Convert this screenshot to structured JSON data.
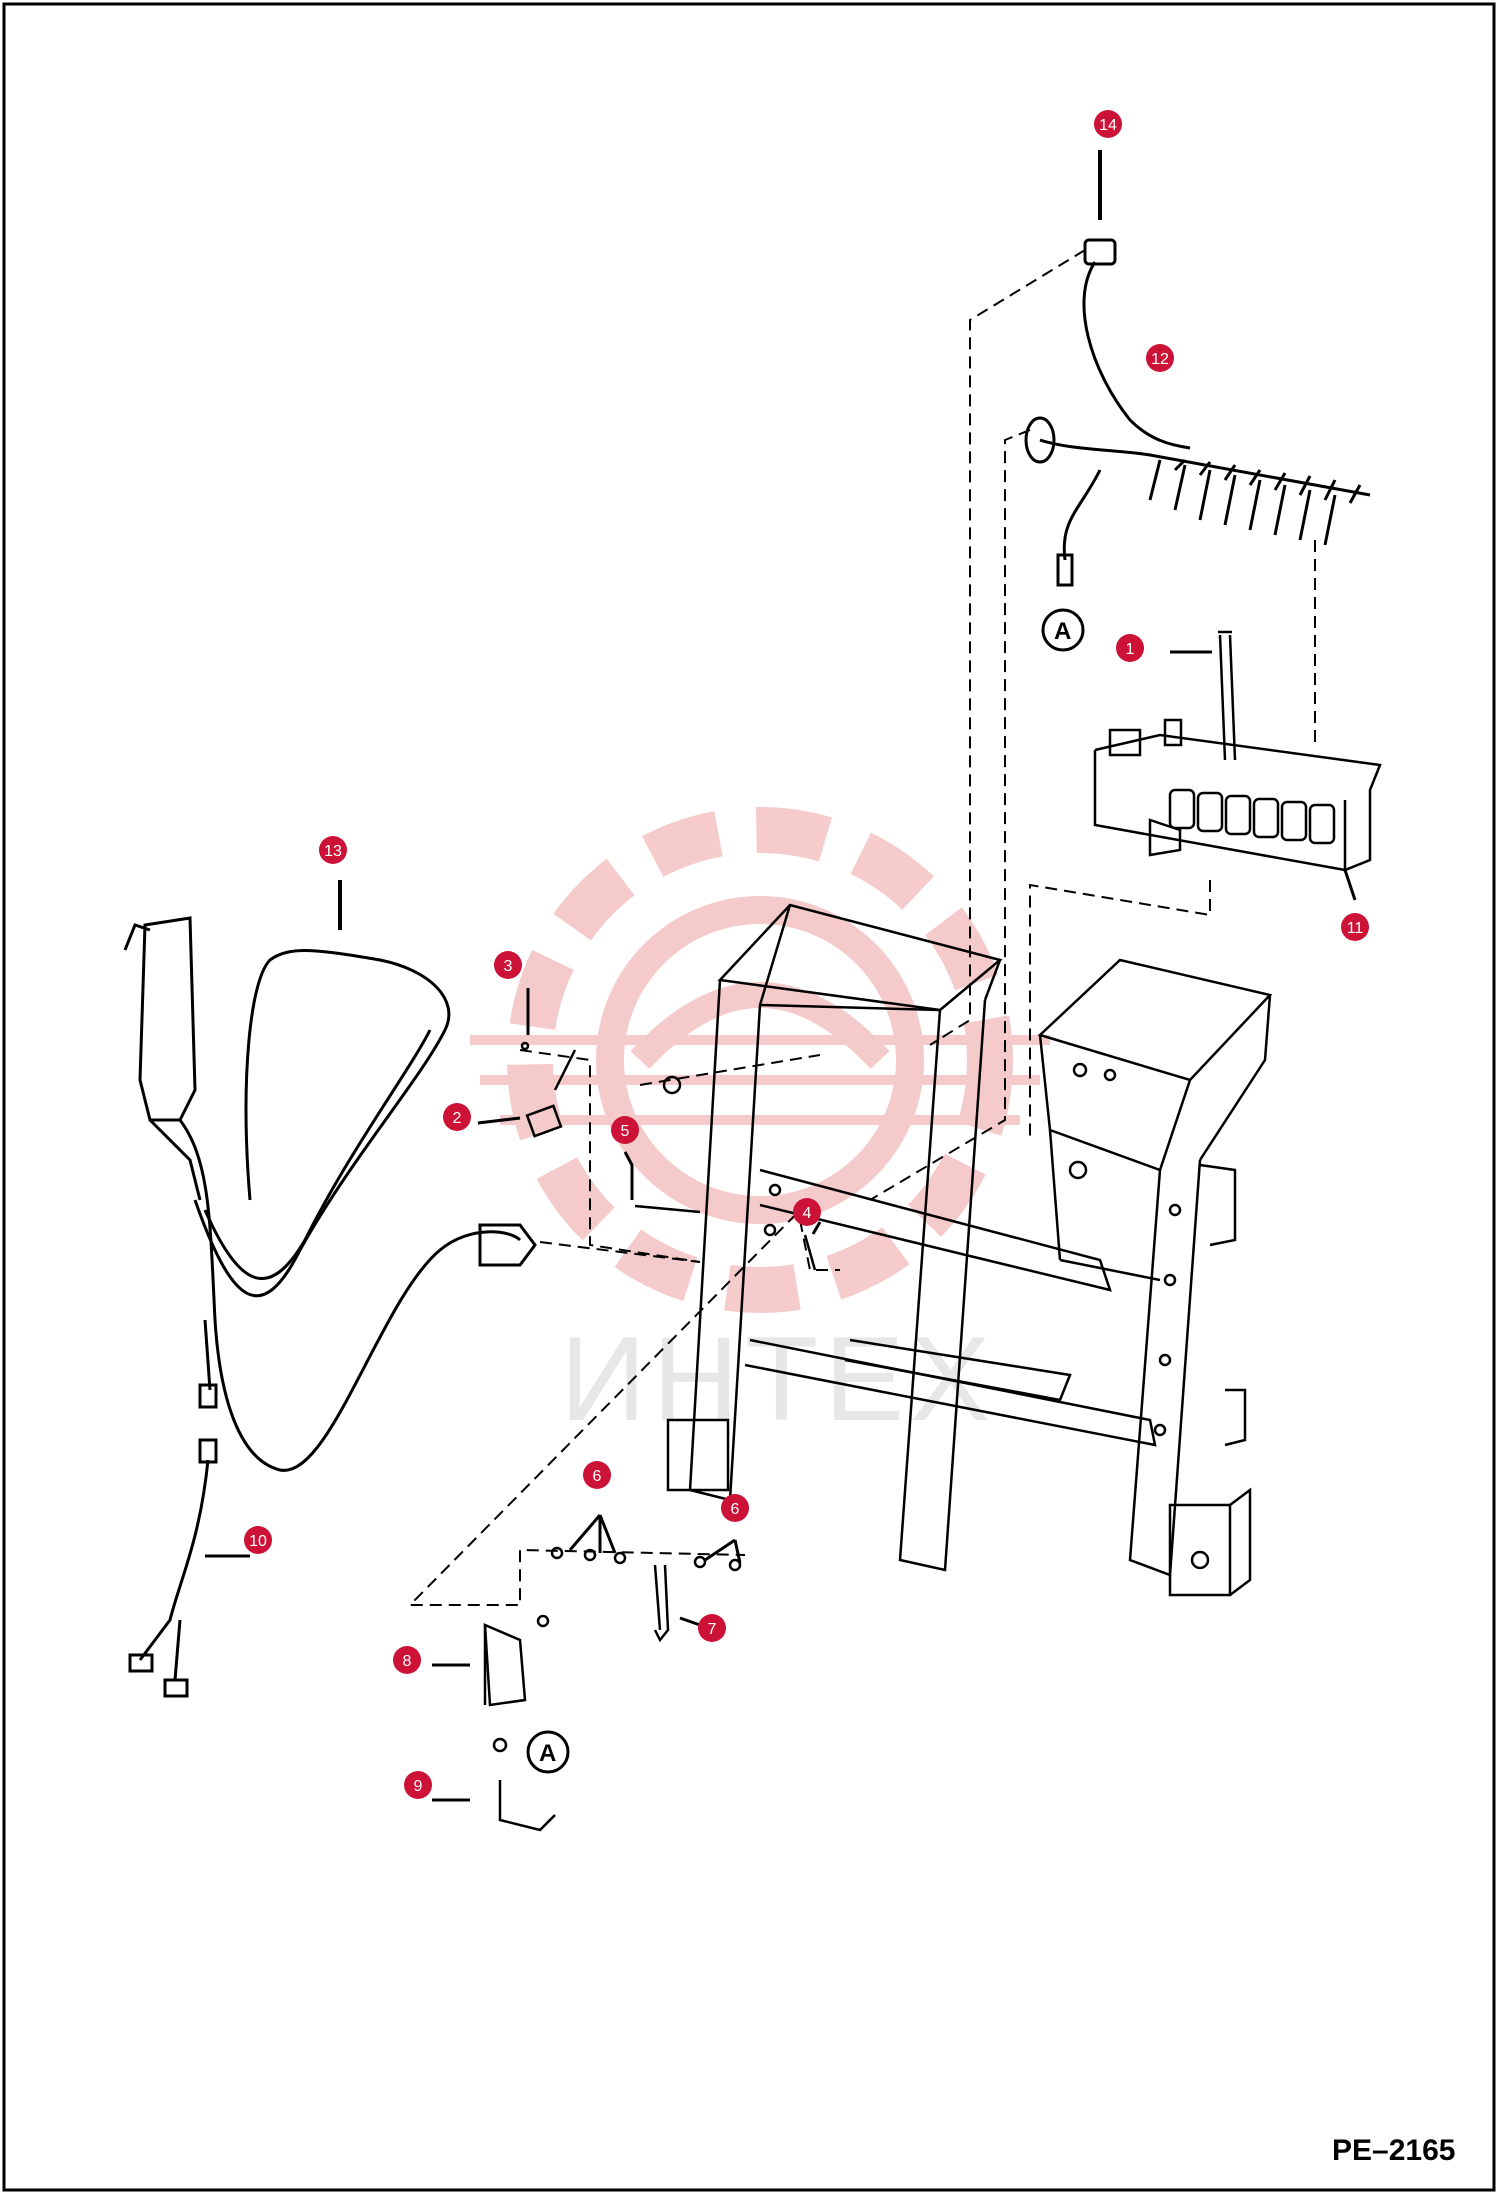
{
  "diagram": {
    "drawing_code": "PE–2165",
    "watermark_text": "ИНТЕХ",
    "reference_label": "A",
    "callouts": [
      {
        "n": "1"
      },
      {
        "n": "2"
      },
      {
        "n": "3"
      },
      {
        "n": "4"
      },
      {
        "n": "5"
      },
      {
        "n": "6"
      },
      {
        "n": "6"
      },
      {
        "n": "7"
      },
      {
        "n": "8"
      },
      {
        "n": "9"
      },
      {
        "n": "10"
      },
      {
        "n": "11"
      },
      {
        "n": "12"
      },
      {
        "n": "13"
      },
      {
        "n": "14"
      }
    ],
    "colors": {
      "callout_fill": "#cc1236",
      "line": "#000000",
      "watermark": "#e8a0a0"
    }
  }
}
